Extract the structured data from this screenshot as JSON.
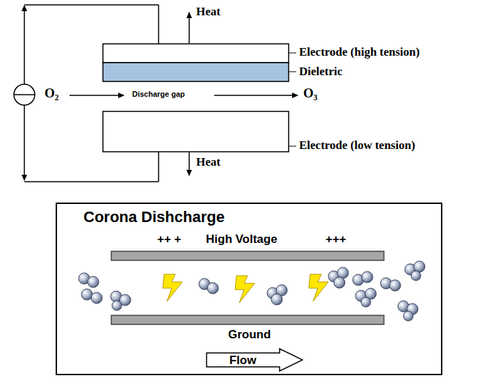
{
  "diagram": {
    "nodes": [
      {
        "text": [
          "Corona Dishcharge"
        ]
      },
      {
        "text": [
          "Flow"
        ],
        "in": 0
      }
    ],
    "labels": [
      "Heat",
      "Electrode (high tension)",
      "Dieletric",
      "O₂",
      "Discharge gap",
      "O₃",
      "Electrode (low tension)",
      "Heat",
      "++ +",
      "High Voltage",
      "+++",
      "Ground"
    ]
  }
}
